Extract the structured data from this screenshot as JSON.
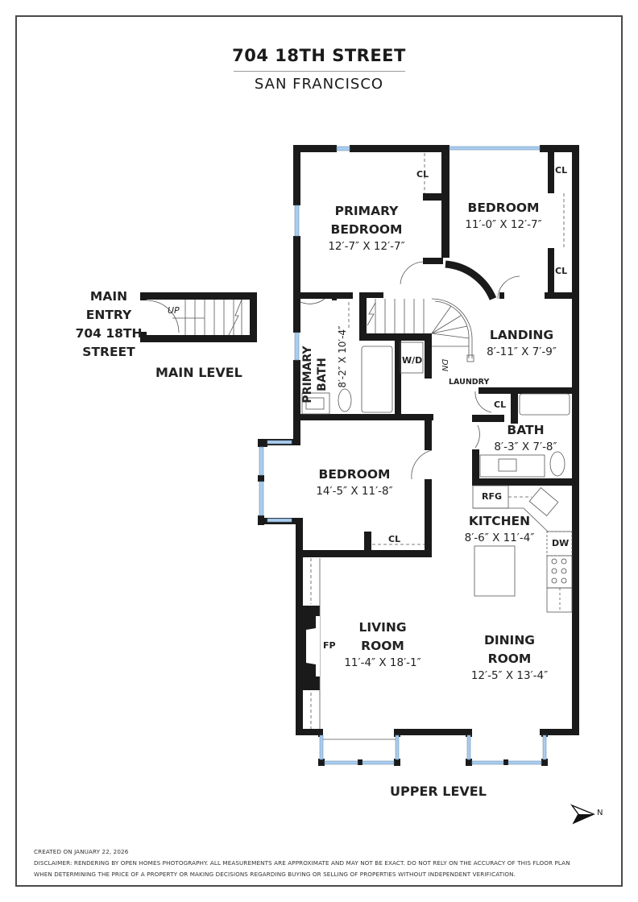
{
  "header": {
    "title": "704 18TH STREET",
    "subtitle": "SAN FRANCISCO"
  },
  "main_level": {
    "label": "MAIN LEVEL",
    "entry_label_lines": [
      "MAIN",
      "ENTRY",
      "704 18TH",
      "STREET"
    ],
    "stair_label": "UP"
  },
  "upper_level": {
    "label": "UPPER LEVEL",
    "rooms": [
      {
        "name_lines": [
          "PRIMARY",
          "BEDROOM"
        ],
        "dimensions": "12′-7″ X 12′-7″"
      },
      {
        "name_lines": [
          "BEDROOM"
        ],
        "dimensions": "11′-0″ X 12′-7″"
      },
      {
        "name_lines": [
          "LANDING"
        ],
        "dimensions": "8′-11″ X 7′-9″"
      },
      {
        "name_lines": [
          "PRIMARY",
          "BATH"
        ],
        "dimensions": "8′-2″ X 10′-4″"
      },
      {
        "name_lines": [
          "BATH"
        ],
        "dimensions": "8′-3″ X 7′-8″"
      },
      {
        "name_lines": [
          "BEDROOM"
        ],
        "dimensions": "14′-5″ X 11′-8″"
      },
      {
        "name_lines": [
          "KITCHEN"
        ],
        "dimensions": "8′-6″ X 11′-4″"
      },
      {
        "name_lines": [
          "LIVING",
          "ROOM"
        ],
        "dimensions": "11′-4″ X 18′-1″"
      },
      {
        "name_lines": [
          "DINING",
          "ROOM"
        ],
        "dimensions": "12′-5″ X 13′-4″"
      }
    ],
    "fixtures": {
      "closet": "CL",
      "washer_dryer": "W/D",
      "laundry": "LAUNDRY",
      "stair_down": "DN",
      "refrigerator": "RFG",
      "dishwasher": "DW",
      "fireplace": "FP"
    }
  },
  "compass": {
    "direction_label": "N"
  },
  "footer": {
    "created": "CREATED ON JANUARY 22, 2026",
    "disclaimer_line1": "DISCLAIMER: RENDERING BY OPEN HOMES PHOTOGRAPHY. ALL MEASUREMENTS ARE APPROXIMATE AND MAY NOT BE EXACT. DO NOT RELY ON THE ACCURACY OF THIS FLOOR PLAN",
    "disclaimer_line2": "WHEN DETERMINING THE PRICE OF A PROPERTY OR MAKING DECISIONS REGARDING BUYING OR SELLING OF PROPERTIES WITHOUT INDEPENDENT VERIFICATION."
  },
  "colors": {
    "wall": "#1a1a1a",
    "window": "#a9cdef",
    "frame": "#4a4a4a"
  }
}
